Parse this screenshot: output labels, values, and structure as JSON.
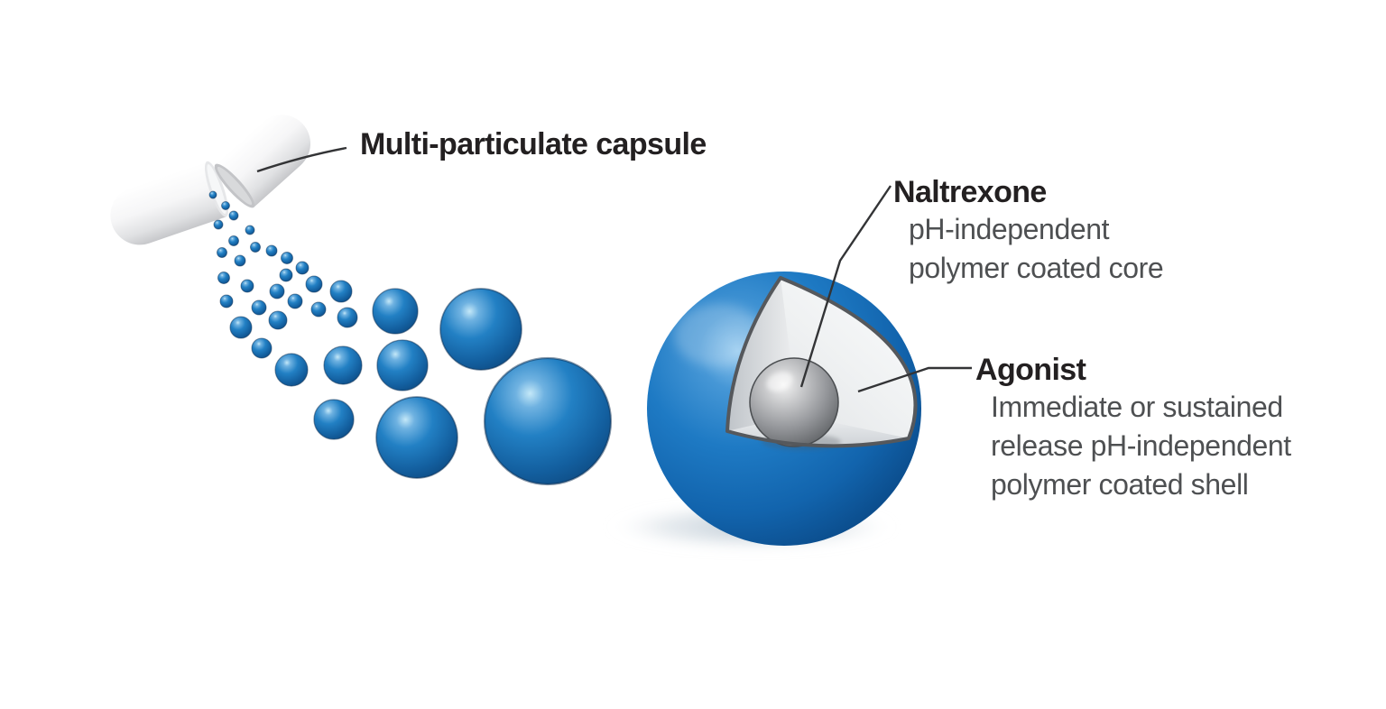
{
  "figure": {
    "description": "Cutaway diagram of a multi-particulate capsule releasing blue pellets; one pellet enlarged to show an inner drug core and outer shell"
  },
  "labels": {
    "capsule": {
      "title": "Multi-particulate capsule"
    },
    "core": {
      "title": "Naltrexone",
      "line1": "pH-independent",
      "line2": "polymer coated core"
    },
    "shell": {
      "title": "Agonist",
      "line1": "Immediate or sustained",
      "line2": "release pH-independent",
      "line3": "polymer coated shell"
    }
  },
  "colors": {
    "heading_text": "#232021",
    "body_text": "#4e5052",
    "leader_line": "#333436",
    "bead_blue": "#1b75bb",
    "bead_highlight": "#bfe6f8",
    "sphere_blue_dark": "#0b4c8b",
    "capsule_white": "#f7f7f8",
    "capsule_shade": "#c9cacd",
    "interior_gray": "#e8eaec",
    "core_gray": "#8a8c8e"
  }
}
